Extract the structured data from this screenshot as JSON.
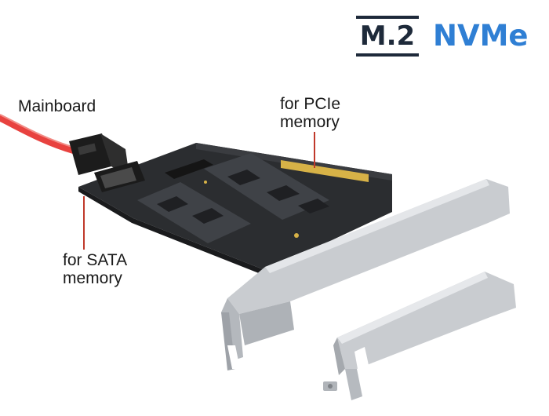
{
  "logo": {
    "m2": "M.2",
    "nvme": "NVMe"
  },
  "labels": {
    "mainboard": "Mainboard",
    "pcie_line1": "for PCIe",
    "pcie_line2": "memory",
    "sata_line1": "for SATA",
    "sata_line2": "memory"
  },
  "colors": {
    "brand_dark": "#1e2a3a",
    "brand_blue": "#2f7fd4",
    "pointer_red": "#c0392b",
    "cable_red": "#e8423f",
    "pcb": "#2b2d30",
    "bracket": "#c9ccd0"
  }
}
